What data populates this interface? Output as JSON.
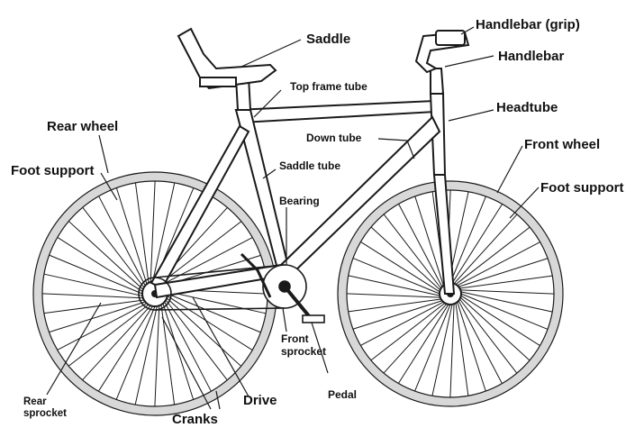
{
  "labels": {
    "saddle": "Saddle",
    "handlebar_grip": "Handlebar (grip)",
    "handlebar": "Handlebar",
    "top_frame_tube": "Top frame tube",
    "headtube": "Headtube",
    "rear_wheel": "Rear wheel",
    "down_tube": "Down tube",
    "front_wheel": "Front wheel",
    "foot_support_rear": "Foot support",
    "saddle_tube": "Saddle tube",
    "foot_support_front": "Foot support",
    "bearing": "Bearing",
    "front_sprocket_1": "Front",
    "front_sprocket_2": "sprocket",
    "rear_sprocket_1": "Rear",
    "rear_sprocket_2": "sprocket",
    "drive": "Drive",
    "pedal": "Pedal",
    "cranks": "Cranks"
  },
  "colors": {
    "line": "#1a1a1a",
    "tire": "#d8d8d8",
    "background": "#ffffff"
  }
}
